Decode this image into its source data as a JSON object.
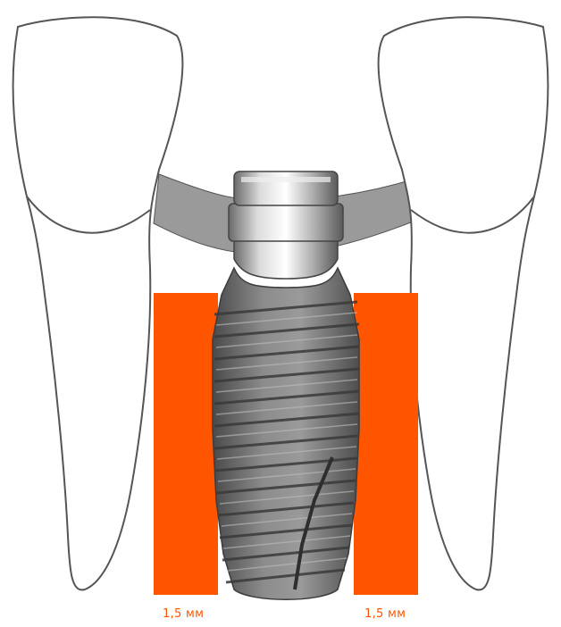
{
  "diagram": {
    "labels": {
      "left": "1,5 мм",
      "right": "1,5 мм"
    },
    "colors": {
      "spacing_bar": "#ff5500",
      "label_text": "#ff5500",
      "tooth_outline": "#555555",
      "gingiva": "#9a9a9a",
      "implant_body": "#7a7a7a",
      "abutment_metal": "#c8c8c8"
    },
    "icons": [
      "left-tooth",
      "right-tooth",
      "gingiva-band",
      "dental-implant",
      "implant-abutment"
    ]
  }
}
